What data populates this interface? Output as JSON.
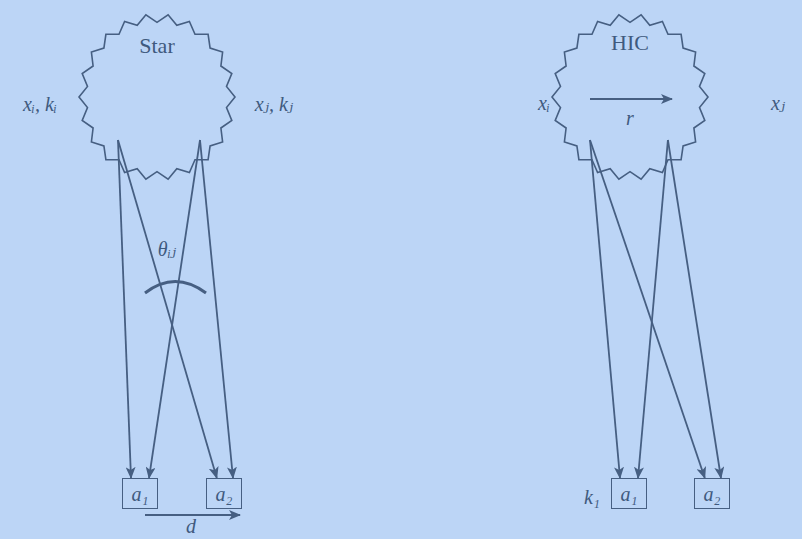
{
  "diagram": {
    "nodes": [
      {
        "text": [
          "Star"
        ]
      },
      {
        "text": [
          "a₁"
        ]
      },
      {
        "text": [
          "a₂"
        ]
      },
      {
        "text": [
          "HIC"
        ]
      },
      {
        "text": [
          "a₁"
        ]
      },
      {
        "text": [
          "a₂"
        ]
      }
    ],
    "edges": [
      {
        "from": 0,
        "to": 1,
        "arrow": "to"
      },
      {
        "from": 0,
        "to": 2,
        "arrow": "to"
      },
      {
        "from": 0,
        "to": 1,
        "arrow": "to"
      },
      {
        "from": 0,
        "to": 2,
        "arrow": "to"
      },
      {
        "from": 3,
        "to": 4,
        "arrow": "to"
      },
      {
        "from": 3,
        "to": 5,
        "arrow": "to"
      },
      {
        "from": 3,
        "to": 4,
        "arrow": "to"
      },
      {
        "from": 3,
        "to": 5,
        "arrow": "to"
      }
    ],
    "labels": [
      "xᵢ, kᵢ",
      "xⱼ, kⱼ",
      "θᵢⱼ",
      "d",
      "xᵢ",
      "r",
      "xⱼ",
      "k₁"
    ]
  }
}
